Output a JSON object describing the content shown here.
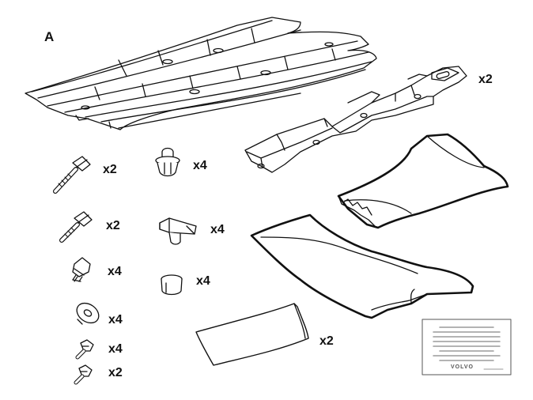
{
  "figure": {
    "letter": "A"
  },
  "parts": [
    {
      "id": "roof-rail-panel"
    },
    {
      "id": "bracket",
      "qty": "x2"
    },
    {
      "id": "long-bolt",
      "qty": "x2"
    },
    {
      "id": "push-clip",
      "qty": "x4"
    },
    {
      "id": "medium-bolt",
      "qty": "x2"
    },
    {
      "id": "retainer-clip",
      "qty": "x4"
    },
    {
      "id": "flange-bolt",
      "qty": "x4"
    },
    {
      "id": "rubber-bumper",
      "qty": "x4"
    },
    {
      "id": "washer",
      "qty": "x4"
    },
    {
      "id": "small-screw",
      "qty": "x4"
    },
    {
      "id": "tiny-screw",
      "qty": "x2"
    },
    {
      "id": "trim-panel-upper"
    },
    {
      "id": "trim-panel-lower"
    },
    {
      "id": "adhesive-pad",
      "qty": "x2"
    },
    {
      "id": "instruction-card",
      "brand": "VOLVO"
    }
  ]
}
